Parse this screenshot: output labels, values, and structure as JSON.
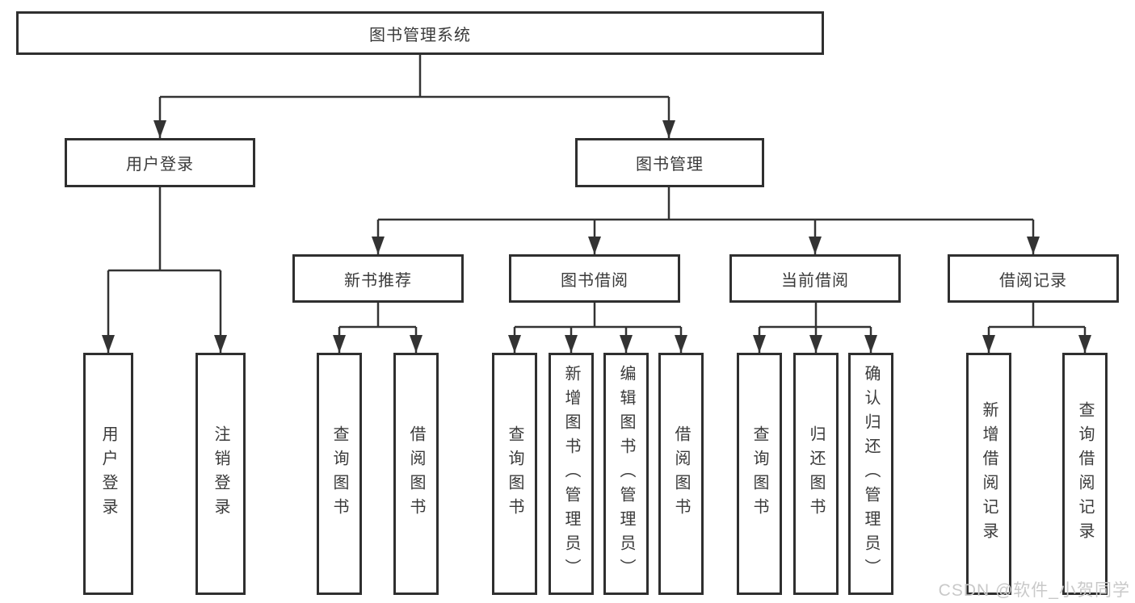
{
  "title": "图书管理系统",
  "watermark": "CSDN @软件_小贺同学",
  "colors": {
    "line": "#333333",
    "box_border": "#2f2f2f",
    "text": "#3a3a3a",
    "background": "#ffffff",
    "watermark": "#c9c9c9"
  },
  "tree": {
    "root": {
      "label": "图书管理系统",
      "children": [
        {
          "label": "用户登录",
          "children": [
            {
              "label": "用户登录"
            },
            {
              "label": "注销登录"
            }
          ]
        },
        {
          "label": "图书管理",
          "children": [
            {
              "label": "新书推荐",
              "children": [
                {
                  "label": "查询图书"
                },
                {
                  "label": "借阅图书"
                }
              ]
            },
            {
              "label": "图书借阅",
              "children": [
                {
                  "label": "查询图书"
                },
                {
                  "label": "新增图书（管理员）"
                },
                {
                  "label": "编辑图书（管理员）"
                },
                {
                  "label": "借阅图书"
                }
              ]
            },
            {
              "label": "当前借阅",
              "children": [
                {
                  "label": "查询图书"
                },
                {
                  "label": "归还图书"
                },
                {
                  "label": "确认归还（管理员）"
                }
              ]
            },
            {
              "label": "借阅记录",
              "children": [
                {
                  "label": "新增借阅记录"
                },
                {
                  "label": "查询借阅记录"
                }
              ]
            }
          ]
        }
      ]
    }
  }
}
